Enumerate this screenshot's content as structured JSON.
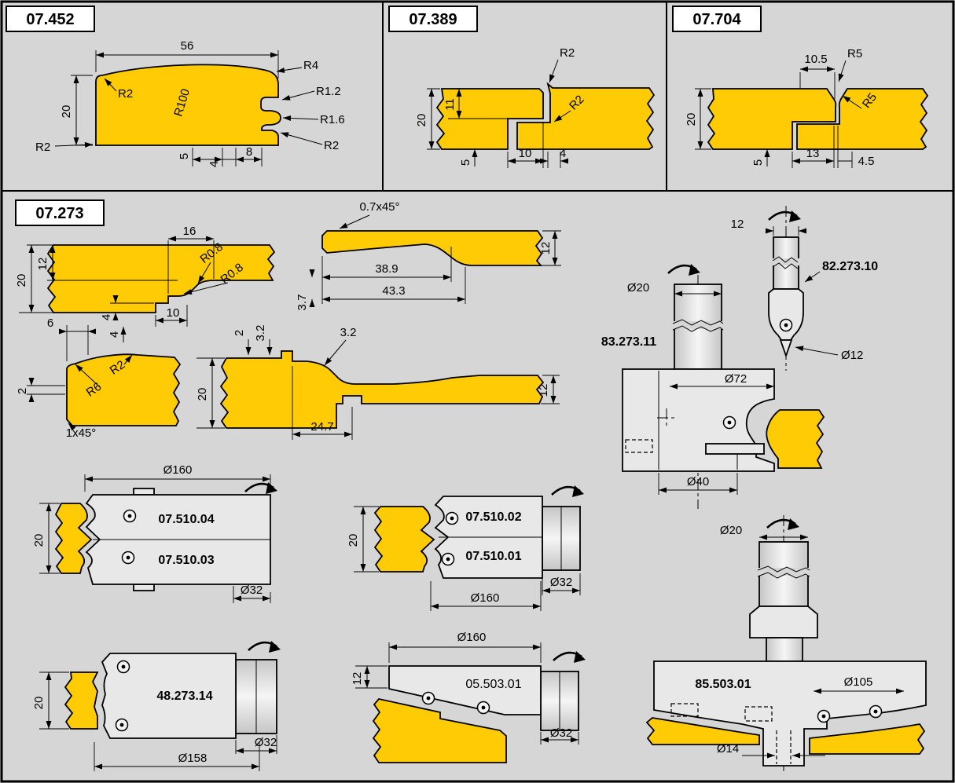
{
  "colors": {
    "background": "#d6d6d6",
    "profile_yellow": "#ffcb05",
    "metal_light": "#e8e8e8",
    "line": "#000000",
    "panel_box": "#ffffff"
  },
  "p452": {
    "title": "07.452",
    "d56": "56",
    "d20": "20",
    "d5": "5",
    "d4": "4",
    "d8": "8",
    "r4": "R4",
    "r2_top": "R2",
    "r100": "R100",
    "r12": "R1.2",
    "r16": "R1.6",
    "r2_right": "R2",
    "r2_bottom": "R2"
  },
  "p389": {
    "title": "07.389",
    "r2_top": "R2",
    "d11": "11",
    "d20": "20",
    "r2_inner": "R2",
    "d5": "5",
    "d10": "10",
    "d4": "4"
  },
  "p704": {
    "title": "07.704",
    "d105": "10.5",
    "r5_top": "R5",
    "r5_inner": "R5",
    "d20": "20",
    "d5": "5",
    "d13": "13",
    "d45": "4.5"
  },
  "p273": {
    "title": "07.273",
    "a": {
      "d16": "16",
      "d12": "12",
      "d20": "20",
      "r08_upper": "R0.8",
      "r08_lower": "R0.8",
      "d4_upper": "4",
      "d4_lower": "4",
      "d10": "10"
    },
    "b": {
      "chamfer": "0.7x45°",
      "d12": "12",
      "d389": "38.9",
      "d433": "43.3",
      "d37": "3.7"
    },
    "c": {
      "d6": "6",
      "r2": "R2",
      "r6": "R6",
      "d2": "2",
      "chamfer": "1x45°"
    },
    "d": {
      "d2": "2",
      "d32_left": "3.2",
      "d32_right": "3.2",
      "d20": "20",
      "d247": "24.7",
      "d12": "12"
    },
    "t82": {
      "part": "82.273.10",
      "d12": "12",
      "dia12": "Ø12"
    },
    "t83": {
      "part": "83.273.11",
      "dia20": "Ø20",
      "dia72": "Ø72",
      "dia40": "Ø40"
    },
    "t510": {
      "part_04": "07.510.04",
      "part_03": "07.510.03",
      "dia160": "Ø160",
      "d20": "20",
      "dia32": "Ø32"
    },
    "t510b": {
      "part_02": "07.510.02",
      "part_01": "07.510.01",
      "d20": "20",
      "dia160": "Ø160",
      "dia32": "Ø32"
    },
    "t48": {
      "part": "48.273.14",
      "d20": "20",
      "dia158": "Ø158",
      "dia32": "Ø32"
    },
    "t05": {
      "part": "05.503.01",
      "dia160": "Ø160",
      "d12": "12",
      "dia32": "Ø32"
    },
    "t85": {
      "part": "85.503.01",
      "dia20": "Ø20",
      "dia105": "Ø105",
      "dia14": "Ø14"
    }
  }
}
